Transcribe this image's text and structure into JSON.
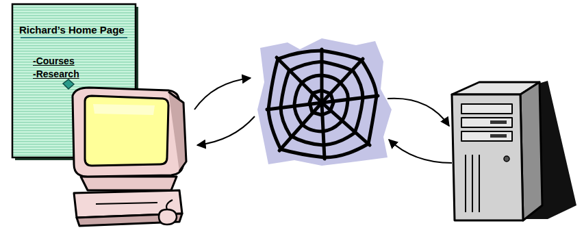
{
  "diagram": {
    "nodes": [
      {
        "text": [
          "Richard’s Home Page",
          "-Courses",
          "-Research"
        ]
      }
    ]
  }
}
